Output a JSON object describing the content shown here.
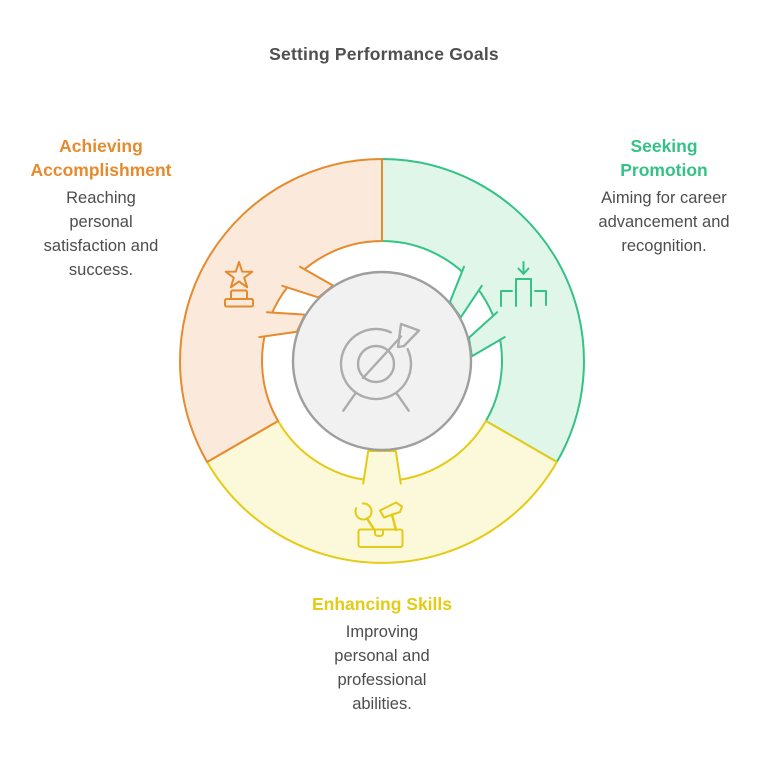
{
  "title": "Setting Performance Goals",
  "chart_data": {
    "type": "cycle-diagram",
    "direction": "clockwise",
    "center": {
      "icon": "target-dart-icon",
      "fill": "#f1f1f1",
      "stroke": "#9e9e9e",
      "icon_stroke": "#acacac"
    },
    "segments": [
      {
        "id": "promotion",
        "label": "Seeking Promotion",
        "description": "Aiming for career advancement and recognition.",
        "color": "#34c286",
        "fill": "#dff6e9",
        "icon": "podium-icon",
        "start_angle": 0,
        "end_angle": 120,
        "connector": "chevron"
      },
      {
        "id": "skills",
        "label": "Enhancing Skills",
        "description": "Improving personal and professional abilities.",
        "color": "#e4cb15",
        "fill": "#fcf8da",
        "icon": "toolbox-icon",
        "start_angle": 120,
        "end_angle": 240,
        "connector": "stem"
      },
      {
        "id": "accomplishment",
        "label": "Achieving Accomplishment",
        "description": "Reaching personal satisfaction and success.",
        "color": "#e68a2e",
        "fill": "#fbeadb",
        "icon": "trophy-icon",
        "start_angle": 240,
        "end_angle": 360,
        "connector": "chevron"
      }
    ]
  },
  "labels": {
    "accomplishment": {
      "heading": "Achieving\nAccomplishment",
      "body": "Reaching\npersonal\nsatisfaction and\nsuccess."
    },
    "promotion": {
      "heading": "Seeking\nPromotion",
      "body": "Aiming for career\nadvancement and\nrecognition."
    },
    "skills": {
      "heading": "Enhancing Skills",
      "body": "Improving\npersonal and\nprofessional\nabilities."
    }
  },
  "colors": {
    "title_text": "#4f4f4f",
    "body_text": "#4d4d4d",
    "accomplishment": "#e68a2e",
    "promotion": "#34c286",
    "skills": "#e4cb15"
  }
}
